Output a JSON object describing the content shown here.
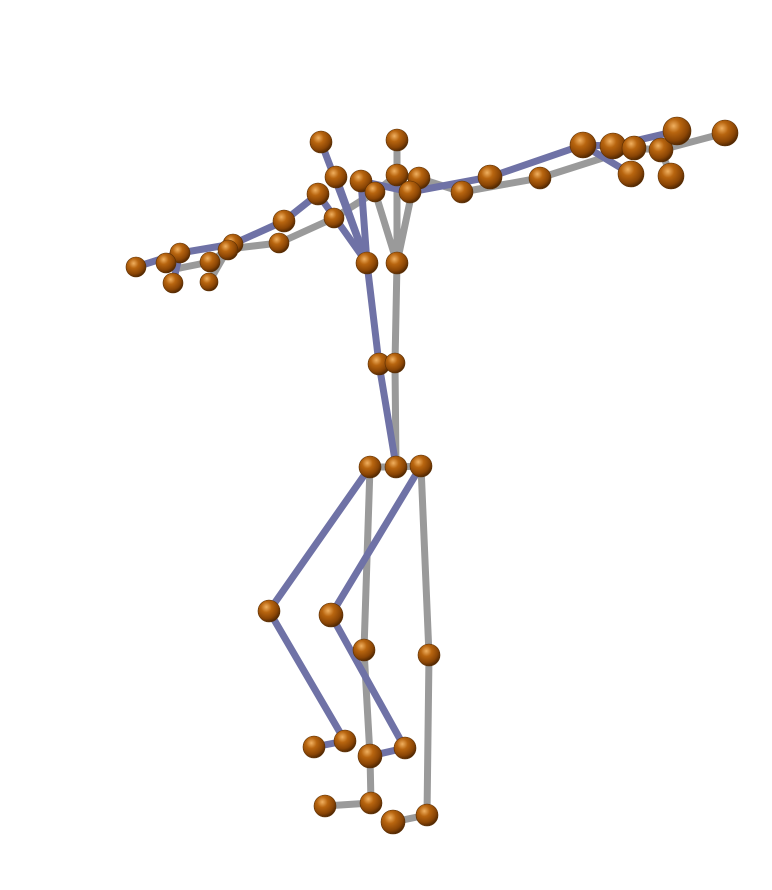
{
  "figure": {
    "background": "#ffffff",
    "colors": {
      "bone_grey": "#9a9a9a",
      "bone_blue": "#6f72a6",
      "joint_fill": "#a0580a",
      "joint_highlight": "#e8a24a",
      "joint_shadow": "#5a2e03"
    },
    "skeletons": [
      {
        "name": "grey",
        "color_key": "bone_grey"
      },
      {
        "name": "blue",
        "color_key": "bone_blue"
      }
    ]
  }
}
